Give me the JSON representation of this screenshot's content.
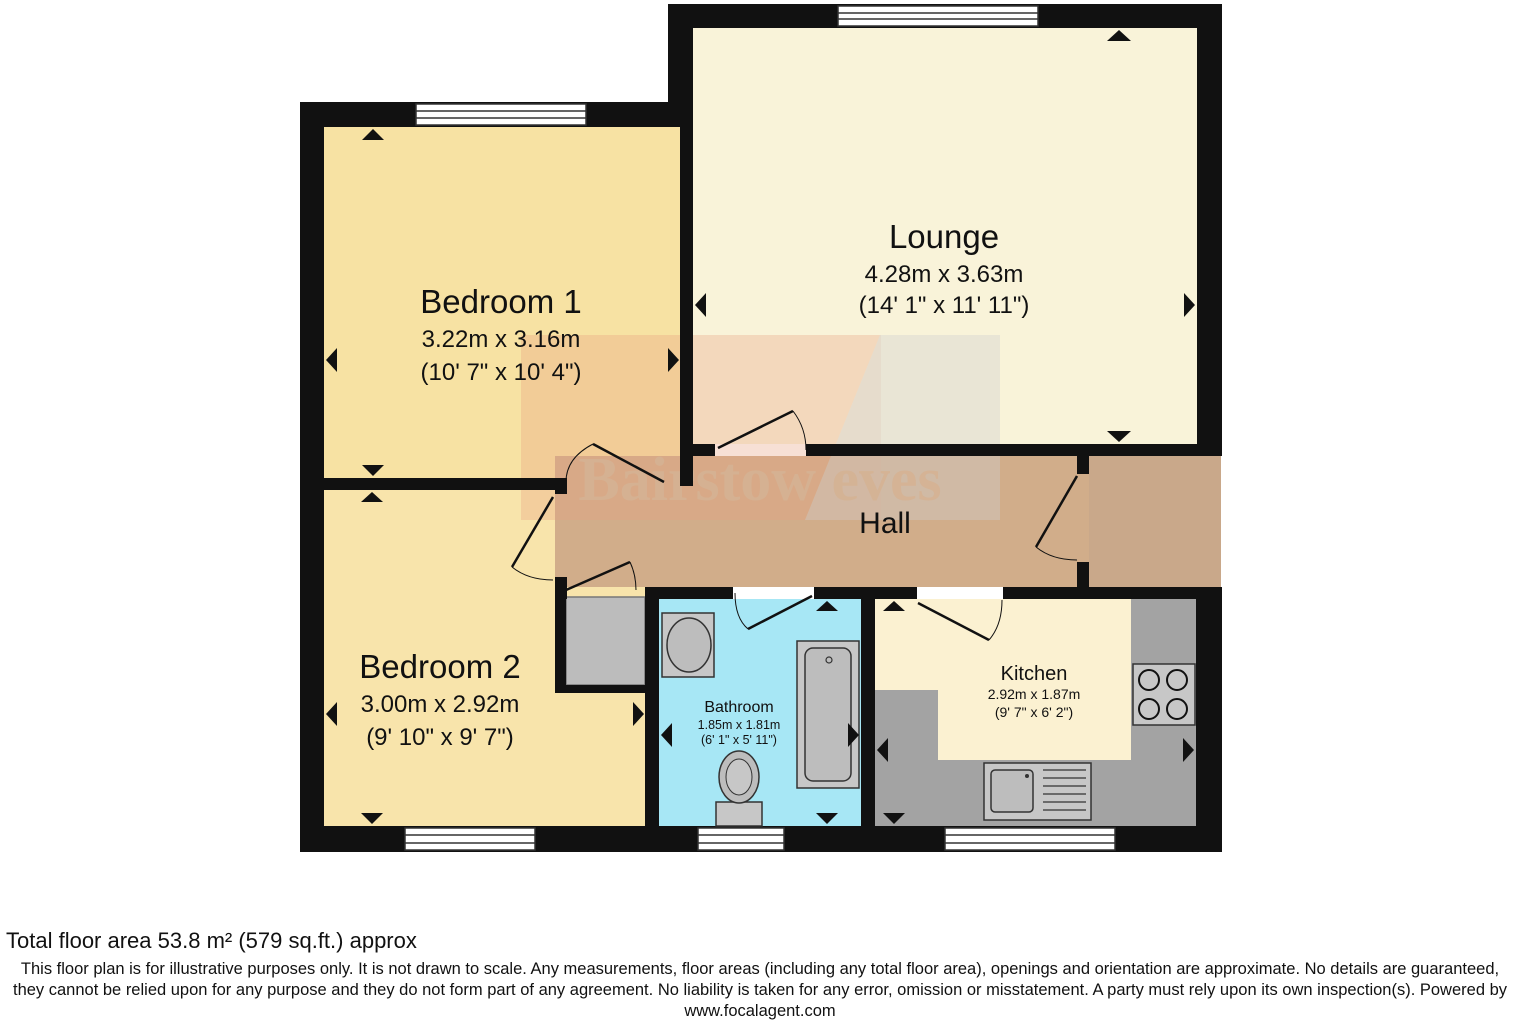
{
  "watermark": "Bairstow eves",
  "rooms": {
    "lounge": {
      "name": "Lounge",
      "metric": "4.28m x 3.63m",
      "imperial": "(14' 1\" x 11' 11\")"
    },
    "bedroom1": {
      "name": "Bedroom 1",
      "metric": "3.22m x 3.16m",
      "imperial": "(10' 7\" x 10' 4\")"
    },
    "bedroom2": {
      "name": "Bedroom 2",
      "metric": "3.00m x 2.92m",
      "imperial": "(9' 10\" x 9' 7\")"
    },
    "hall": {
      "name": "Hall"
    },
    "bathroom": {
      "name": "Bathroom",
      "metric": "1.85m x 1.81m",
      "imperial": "(6' 1\" x 5' 11\")"
    },
    "kitchen": {
      "name": "Kitchen",
      "metric": "2.92m x 1.87m",
      "imperial": "(9' 7\" x 6' 2\")"
    }
  },
  "footer": {
    "total_area": "Total floor area 53.8 m² (579 sq.ft.) approx",
    "disclaimer": "This floor plan is for illustrative purposes only. It is not drawn to scale. Any measurements, floor areas (including any total floor area), openings and orientation are approximate. No details are guaranteed, they cannot be relied upon for any purpose and they do not form part of any agreement. No liability is taken for any error, omission or misstatement. A party must rely upon its own inspection(s). Powered by www.focalagent.com"
  },
  "colors": {
    "wall": "#111111",
    "lounge": "#f9f3d9",
    "bedroom1": "#f7e2a3",
    "bedroom2": "#f8e4ab",
    "hall": "#d1ad8a",
    "bathroom": "#a7e7f5",
    "kitchen": "#fbf1d1",
    "worktop": "#a3a3a3",
    "cupboard": "#bcbcbc"
  }
}
